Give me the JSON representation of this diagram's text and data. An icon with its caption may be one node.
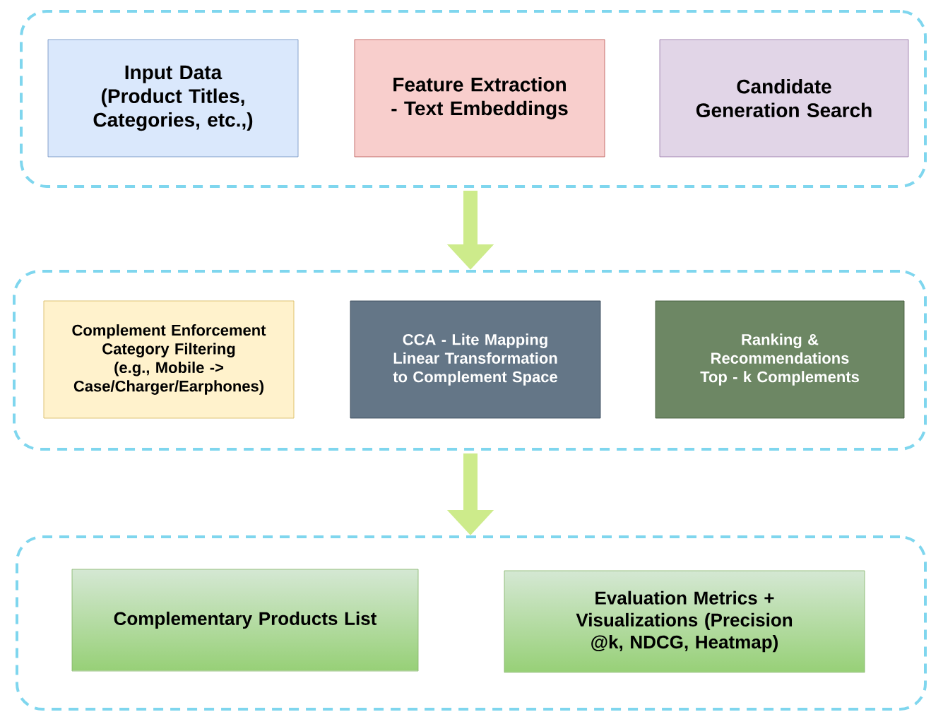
{
  "diagram": {
    "nodes": [
      {
        "text": [],
        "shape": "box"
      },
      {
        "text": [
          "Input Data (Product Titles, Categories, etc.,)"
        ],
        "in": 0
      },
      {
        "text": [
          "Feature Extraction - Text Embeddings"
        ],
        "in": 0
      },
      {
        "text": [
          "Candidate Generation Search"
        ],
        "in": 0
      },
      {
        "text": [],
        "shape": "box"
      },
      {
        "text": [
          "Complement Enforcement Category Filtering (e.g., Mobile -> Case/Charger/Earphones)"
        ],
        "in": 4
      },
      {
        "text": [
          "CCA - Lite Mapping Linear Transformation to Complement Space"
        ],
        "in": 4
      },
      {
        "text": [
          "Ranking & Recommendations Top - k Complements"
        ],
        "in": 4
      },
      {
        "text": [],
        "shape": "box"
      },
      {
        "text": [
          "Complementary Products List"
        ],
        "in": 8
      },
      {
        "text": [
          "Evaluation Metrics + Visualizations (Precision @k, NDCG, Heatmap)"
        ],
        "in": 8
      }
    ],
    "edges": [
      {
        "from": 0,
        "to": 4,
        "arrow": "to"
      },
      {
        "from": 4,
        "to": 8,
        "arrow": "to"
      }
    ]
  }
}
